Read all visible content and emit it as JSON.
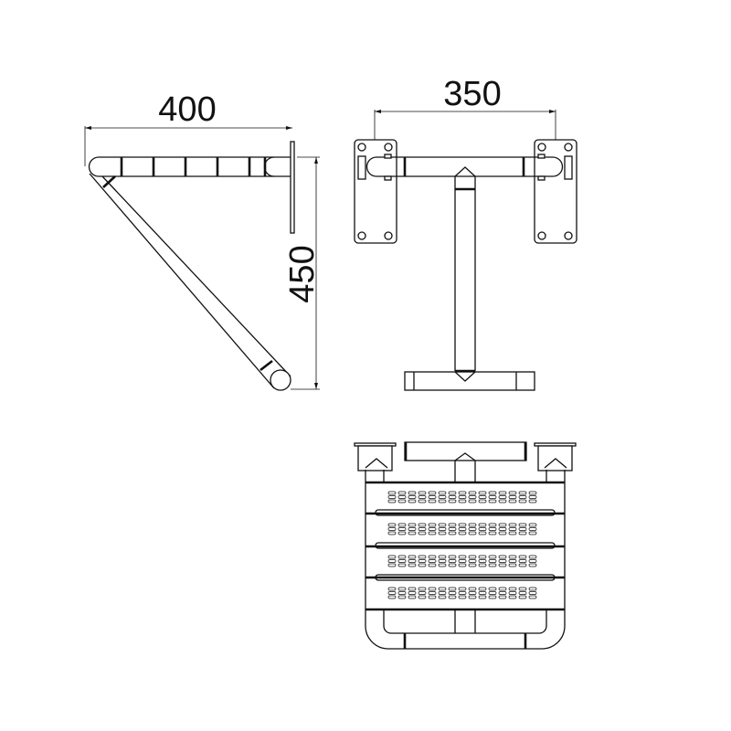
{
  "drawing": {
    "subject": "Folding shower seat technical drawing",
    "views": {
      "side": {
        "label": "side-view"
      },
      "front": {
        "label": "front-view"
      },
      "top": {
        "label": "top-view"
      }
    },
    "dimensions": {
      "depth": "400",
      "height": "450",
      "width": "350"
    }
  }
}
